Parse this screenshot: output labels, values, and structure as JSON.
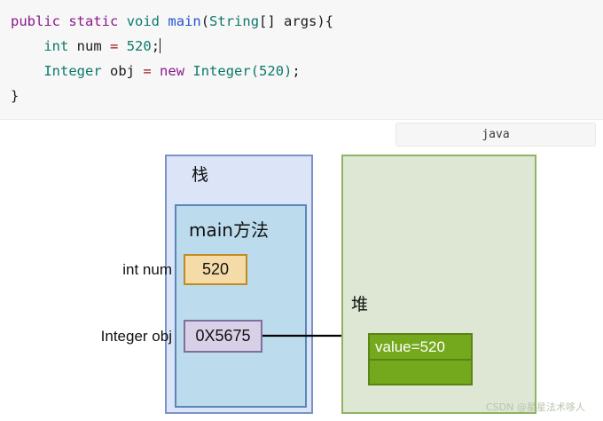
{
  "code": {
    "language_label": "java",
    "lines": [
      [
        {
          "t": "public",
          "c": "kw"
        },
        {
          "t": " ",
          "c": "plain"
        },
        {
          "t": "static",
          "c": "kw"
        },
        {
          "t": " ",
          "c": "plain"
        },
        {
          "t": "void",
          "c": "type"
        },
        {
          "t": " ",
          "c": "plain"
        },
        {
          "t": "main",
          "c": "fn"
        },
        {
          "t": "(",
          "c": "plain"
        },
        {
          "t": "String",
          "c": "type"
        },
        {
          "t": "[] args){",
          "c": "plain"
        }
      ],
      [
        {
          "t": "    ",
          "c": "plain"
        },
        {
          "t": "int",
          "c": "type"
        },
        {
          "t": " ",
          "c": "plain"
        },
        {
          "t": "num",
          "c": "plain"
        },
        {
          "t": " ",
          "c": "plain"
        },
        {
          "t": "=",
          "c": "op"
        },
        {
          "t": " ",
          "c": "plain"
        },
        {
          "t": "520",
          "c": "num"
        },
        {
          "t": ";",
          "c": "plain"
        },
        {
          "t": "|caret|",
          "c": "caret"
        }
      ],
      [
        {
          "t": "    ",
          "c": "plain"
        },
        {
          "t": "Integer",
          "c": "type"
        },
        {
          "t": " ",
          "c": "plain"
        },
        {
          "t": "obj",
          "c": "plain"
        },
        {
          "t": " ",
          "c": "plain"
        },
        {
          "t": "=",
          "c": "op"
        },
        {
          "t": " ",
          "c": "plain"
        },
        {
          "t": "new",
          "c": "kw"
        },
        {
          "t": " ",
          "c": "plain"
        },
        {
          "t": "Integer",
          "c": "type"
        },
        {
          "t": "(",
          "c": "type"
        },
        {
          "t": "520",
          "c": "num"
        },
        {
          "t": ")",
          "c": "type"
        },
        {
          "t": ";",
          "c": "plain"
        }
      ],
      [
        {
          "t": "}",
          "c": "plain"
        }
      ]
    ],
    "plain_text": "public static void main(String[] args){\n    int num = 520;\n    Integer obj = new Integer(520);\n}"
  },
  "diagram": {
    "stack": {
      "title": "栈",
      "frame_title": "main方法",
      "primitive_slot": {
        "label": "int num",
        "value": "520"
      },
      "reference_slot": {
        "label": "Integer obj",
        "value": "0X5675"
      }
    },
    "heap": {
      "title": "堆",
      "object": {
        "field_text": "value=520",
        "second_cell_text": ""
      }
    },
    "arrow": {
      "description": "reference-arrow-from-stack-to-heap"
    }
  },
  "watermark": {
    "text": "CSDN @星星法术哆人"
  },
  "colors": {
    "code_bg": "#f7f7f7",
    "keyword": "#8b1a8b",
    "type": "#0b7a6b",
    "function": "#2255cc",
    "operator": "#a01818",
    "stack_fill": "#dce5f8",
    "stack_border": "#7b92c9",
    "frame_fill": "#bcdcee",
    "frame_border": "#5a87b5",
    "value_box_fill": "#f5dba8",
    "value_box_border": "#c08b21",
    "ref_box_fill": "#d8d0e6",
    "ref_box_border": "#7e6f9e",
    "heap_fill": "#dde7d3",
    "heap_border": "#8cb464",
    "object_fill": "#74a81d",
    "object_border": "#5a8416"
  }
}
